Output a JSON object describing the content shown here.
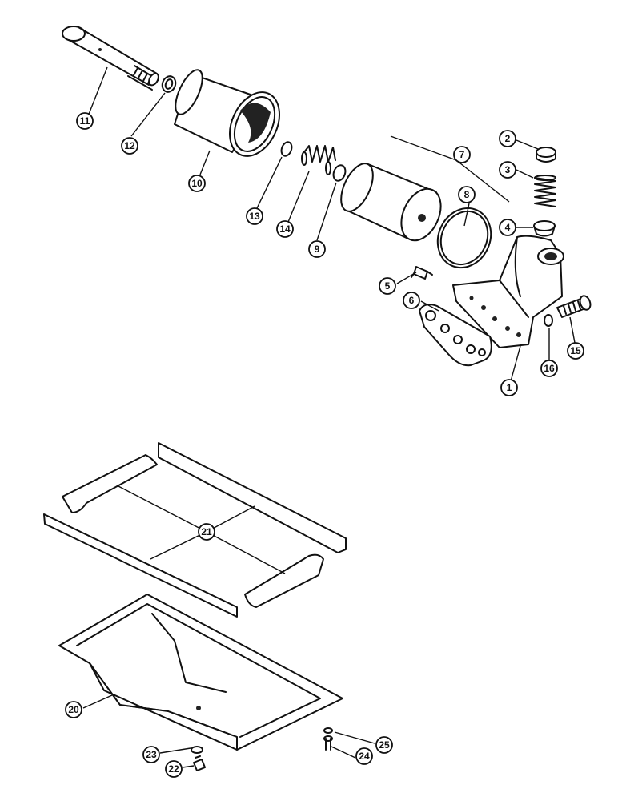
{
  "callouts": [
    {
      "id": "c1",
      "label": "1"
    },
    {
      "id": "c2",
      "label": "2"
    },
    {
      "id": "c3",
      "label": "3"
    },
    {
      "id": "c4",
      "label": "4"
    },
    {
      "id": "c5",
      "label": "5"
    },
    {
      "id": "c6",
      "label": "6"
    },
    {
      "id": "c7",
      "label": "7"
    },
    {
      "id": "c8",
      "label": "8"
    },
    {
      "id": "c9",
      "label": "9"
    },
    {
      "id": "c10",
      "label": "10"
    },
    {
      "id": "c11",
      "label": "11"
    },
    {
      "id": "c12",
      "label": "12"
    },
    {
      "id": "c13",
      "label": "13"
    },
    {
      "id": "c14",
      "label": "14"
    },
    {
      "id": "c15",
      "label": "15"
    },
    {
      "id": "c16",
      "label": "16"
    },
    {
      "id": "c20",
      "label": "20"
    },
    {
      "id": "c21",
      "label": "21"
    },
    {
      "id": "c22",
      "label": "22"
    },
    {
      "id": "c23",
      "label": "23"
    },
    {
      "id": "c24",
      "label": "24"
    },
    {
      "id": "c25",
      "label": "25"
    }
  ]
}
